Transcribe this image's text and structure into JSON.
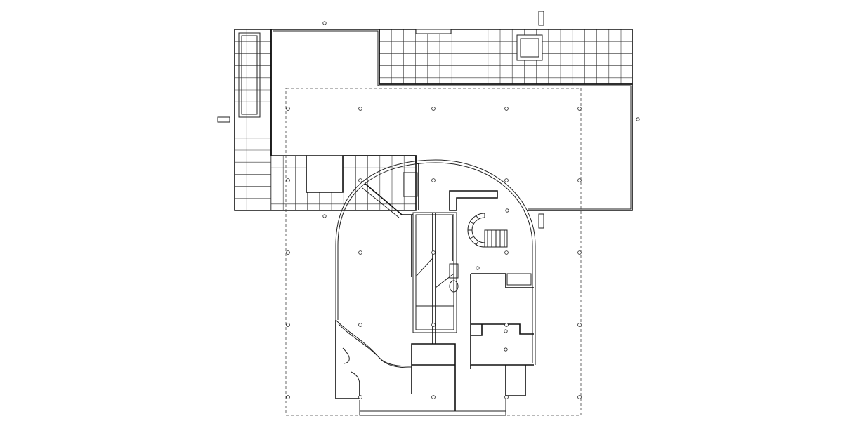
{
  "drawing": {
    "kind": "architectural-floor-plan",
    "colors": {
      "line": "#222222",
      "background": "#ffffff"
    },
    "roof_terraces": 2,
    "structural_column_grid": {
      "columns": 5,
      "rows": 5
    },
    "spiral_stair": true,
    "text_labels": []
  }
}
